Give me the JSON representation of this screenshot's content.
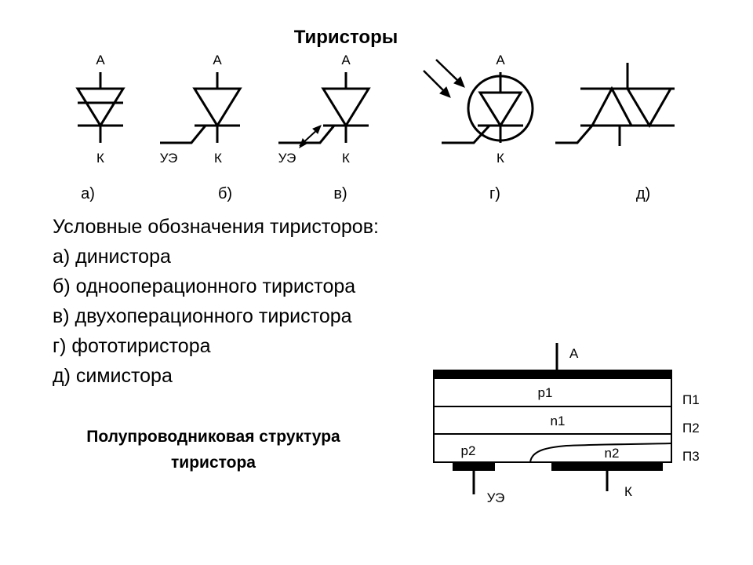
{
  "title": "Тиристоры",
  "symbols": [
    {
      "id": "a",
      "anode": "А",
      "cathode": "К",
      "gate": "",
      "caption": "а)"
    },
    {
      "id": "b",
      "anode": "А",
      "cathode": "К",
      "gate": "УЭ",
      "caption": "б)"
    },
    {
      "id": "v",
      "anode": "А",
      "cathode": "К",
      "gate": "УЭ",
      "caption": "в)"
    },
    {
      "id": "g",
      "anode": "А",
      "cathode": "К",
      "gate": "",
      "caption": "г)"
    },
    {
      "id": "d",
      "anode": "",
      "cathode": "",
      "gate": "",
      "caption": "д)"
    }
  ],
  "description": {
    "heading": "Условные обозначения тиристоров:",
    "items": [
      "а) динистора",
      "б) однооперационного тиристора",
      "в) двухоперационного тиристора",
      "г) фототиристора",
      "д) симистора"
    ]
  },
  "structure": {
    "title_line1": "Полупроводниковая структура",
    "title_line2": "тиристора",
    "anode": "А",
    "cathode": "К",
    "gate": "УЭ",
    "layers": [
      "p1",
      "n1",
      "p2",
      "n2"
    ],
    "junctions": [
      "П1",
      "П2",
      "П3"
    ]
  }
}
